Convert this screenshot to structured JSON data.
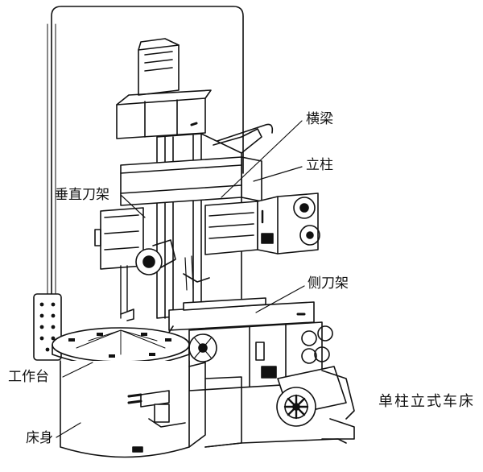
{
  "labels": {
    "crossbeam": "横梁",
    "column": "立柱",
    "vertical_toolhead": "垂直刀架",
    "side_toolhead": "侧刀架",
    "worktable": "工作台",
    "bed": "床身"
  },
  "caption": "单柱立式车床",
  "colors": {
    "ink": "#111111",
    "paper": "#ffffff",
    "shade": "#222222"
  }
}
